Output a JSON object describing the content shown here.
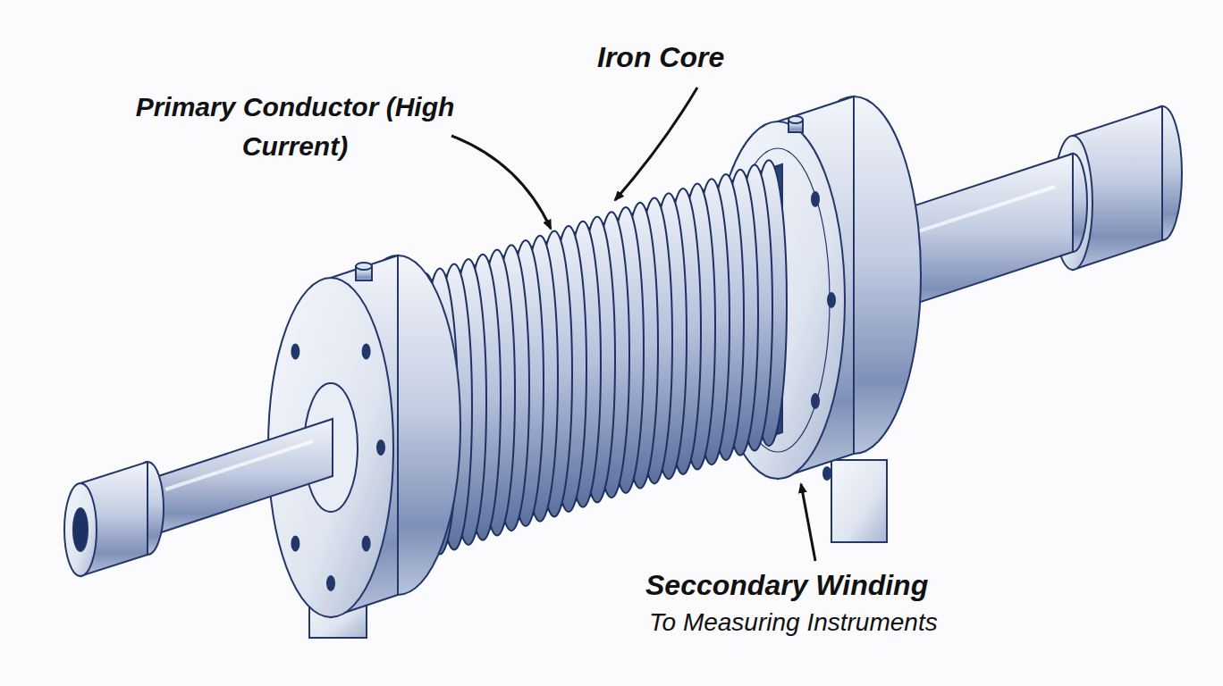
{
  "diagram": {
    "labels": [
      "Primary Conductor (High Current)",
      "Iron Core",
      "Seccondary Winding",
      "To Measuring Instruments"
    ]
  }
}
